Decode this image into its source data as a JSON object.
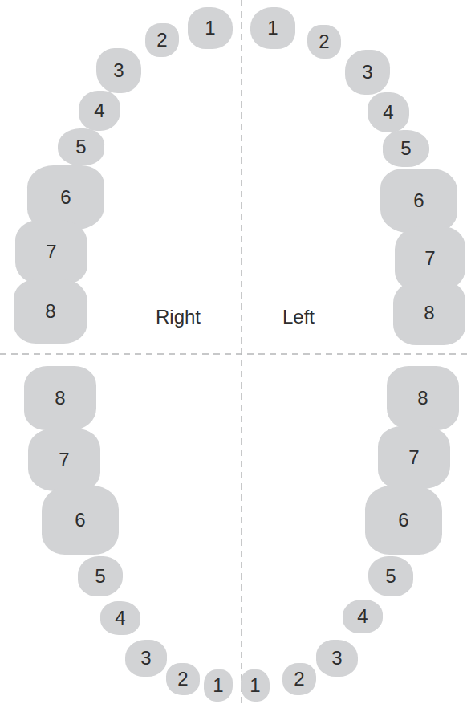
{
  "diagram": {
    "nodes": [
      {
        "text": [
          "1"
        ]
      },
      {
        "text": [
          "2"
        ]
      },
      {
        "text": [
          "3"
        ]
      },
      {
        "text": [
          "4"
        ]
      },
      {
        "text": [
          "5"
        ]
      },
      {
        "text": [
          "6"
        ]
      },
      {
        "text": [
          "7"
        ]
      },
      {
        "text": [
          "8"
        ]
      },
      {
        "text": [
          "1"
        ]
      },
      {
        "text": [
          "2"
        ]
      },
      {
        "text": [
          "3"
        ]
      },
      {
        "text": [
          "4"
        ]
      },
      {
        "text": [
          "5"
        ]
      },
      {
        "text": [
          "6"
        ]
      },
      {
        "text": [
          "7"
        ]
      },
      {
        "text": [
          "8"
        ]
      },
      {
        "text": [
          "8"
        ]
      },
      {
        "text": [
          "7"
        ]
      },
      {
        "text": [
          "6"
        ]
      },
      {
        "text": [
          "5"
        ]
      },
      {
        "text": [
          "4"
        ]
      },
      {
        "text": [
          "3"
        ]
      },
      {
        "text": [
          "2"
        ]
      },
      {
        "text": [
          "1"
        ]
      },
      {
        "text": [
          "8"
        ]
      },
      {
        "text": [
          "7"
        ]
      },
      {
        "text": [
          "6"
        ]
      },
      {
        "text": [
          "5"
        ]
      },
      {
        "text": [
          "4"
        ]
      },
      {
        "text": [
          "3"
        ]
      },
      {
        "text": [
          "2"
        ]
      },
      {
        "text": [
          "1"
        ]
      }
    ],
    "labels": [
      "Right",
      "Left"
    ]
  }
}
